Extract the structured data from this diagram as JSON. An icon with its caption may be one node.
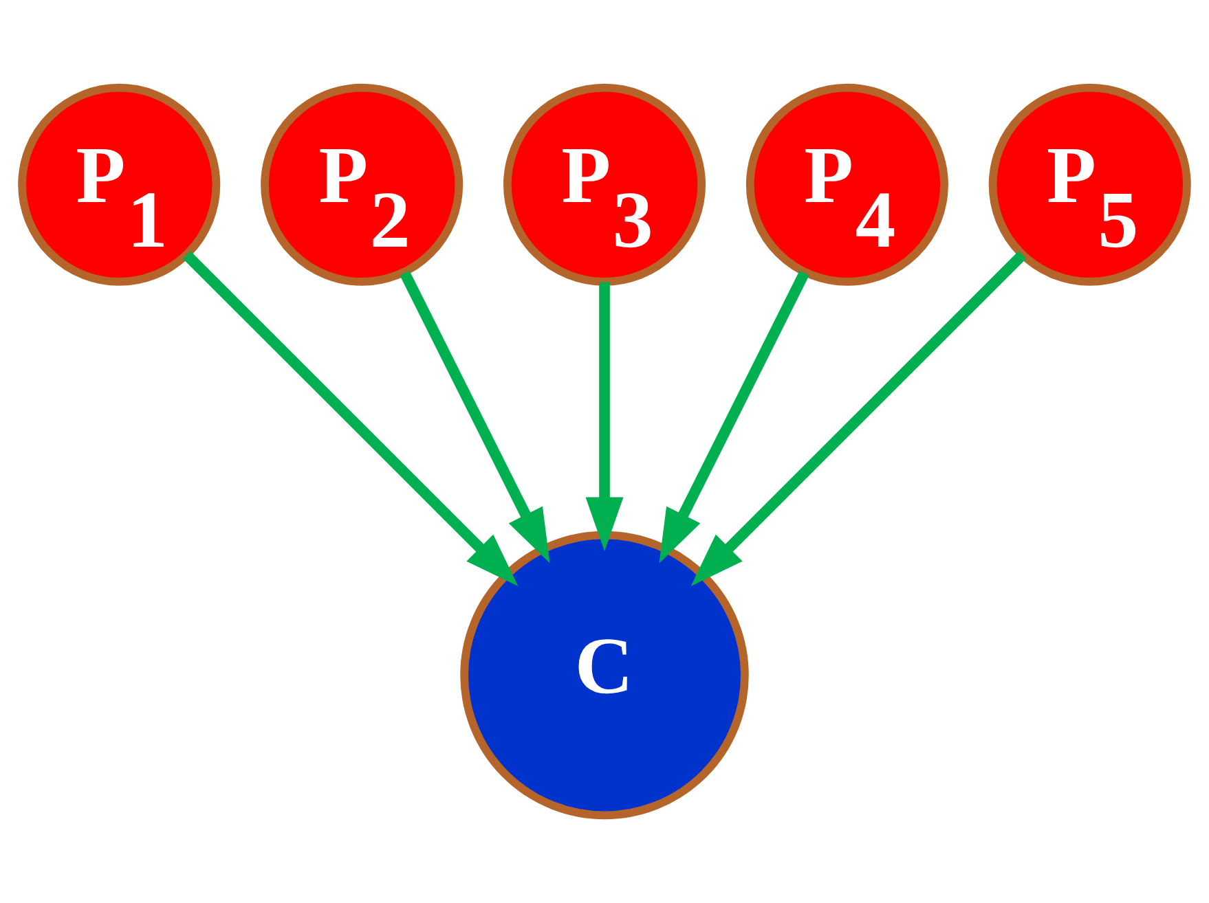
{
  "diagram": {
    "nodes": [
      {
        "text": [
          "P$_{1}$"
        ]
      },
      {
        "text": [
          "P$_{2}$"
        ]
      },
      {
        "text": [
          "P$_{3}$"
        ]
      },
      {
        "text": [
          "P$_{4}$"
        ]
      },
      {
        "text": [
          "P$_{5}$"
        ]
      },
      {
        "text": [
          "C"
        ]
      }
    ],
    "edges": [
      {
        "from": 0,
        "to": 5,
        "arrow": "to"
      },
      {
        "from": 1,
        "to": 5,
        "arrow": "to"
      },
      {
        "from": 2,
        "to": 5,
        "arrow": "to"
      },
      {
        "from": 3,
        "to": 5,
        "arrow": "to"
      },
      {
        "from": 4,
        "to": 5,
        "arrow": "to"
      }
    ]
  }
}
